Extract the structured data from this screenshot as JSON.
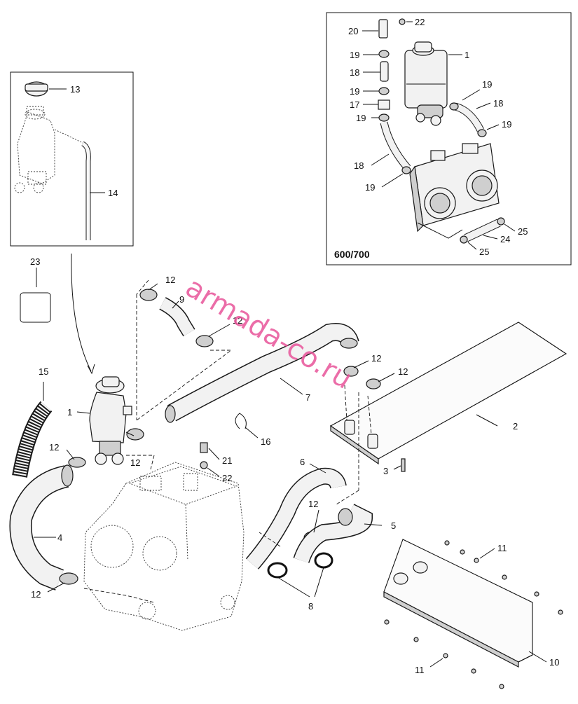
{
  "inset_label": "600/700",
  "callouts": {
    "c1": "1",
    "c2": "2",
    "c3": "3",
    "c4": "4",
    "c5": "5",
    "c6": "6",
    "c7": "7",
    "c8": "8",
    "c9": "9",
    "c10": "10",
    "c11": "11",
    "c12": "12",
    "c13": "13",
    "c14": "14",
    "c15": "15",
    "c16": "16",
    "c17": "17",
    "c18": "18",
    "c19": "19",
    "c20": "20",
    "c21": "21",
    "c22": "22",
    "c23": "23",
    "c24": "24",
    "c25": "25"
  },
  "watermark": "armada-co.ru"
}
